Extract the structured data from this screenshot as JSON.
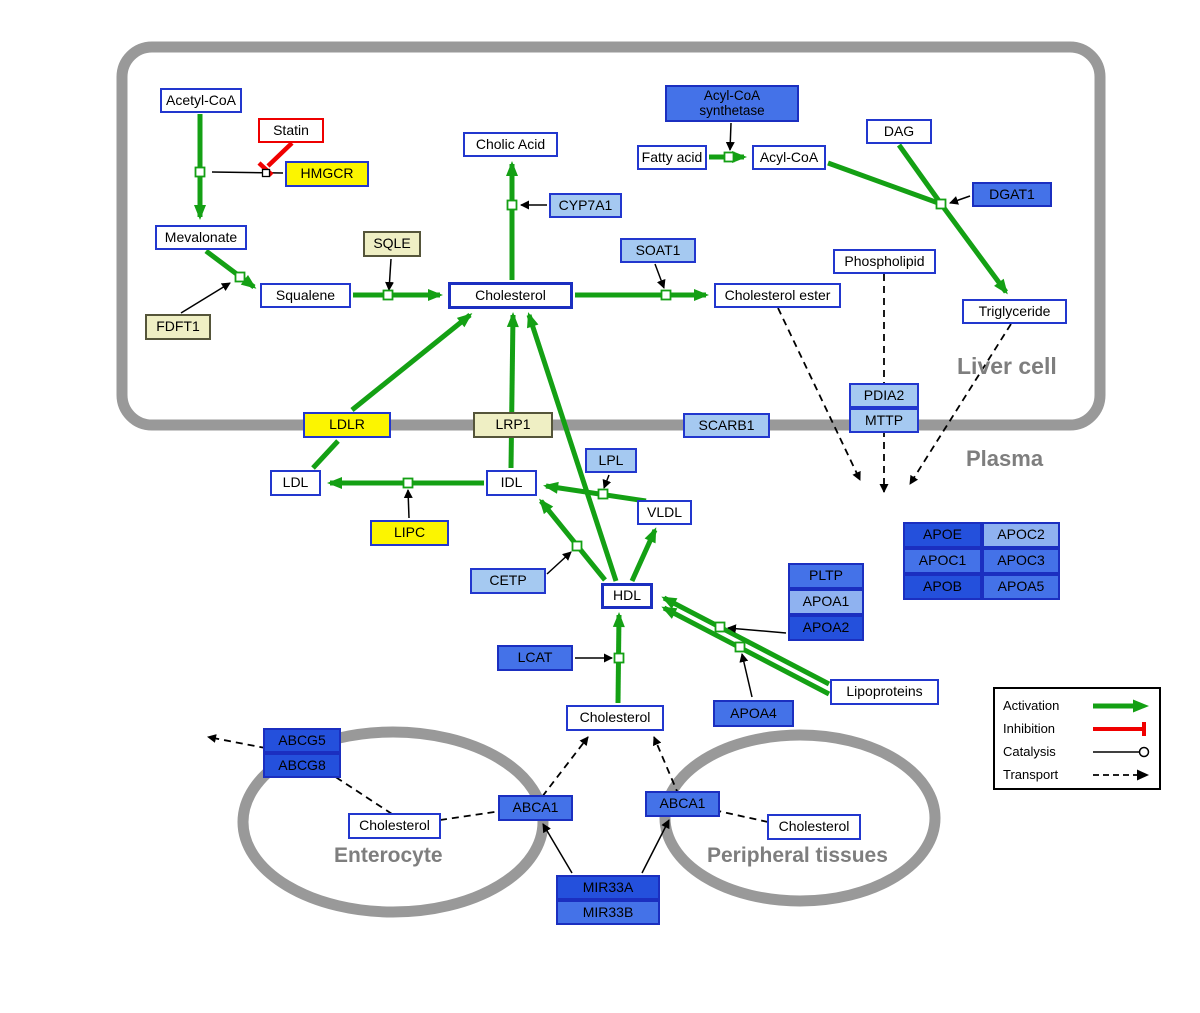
{
  "regions": {
    "liver": "Liver cell",
    "plasma": "Plasma",
    "enterocyte": "Enterocyte",
    "peripheral": "Peripheral tissues"
  },
  "legend": {
    "activation": "Activation",
    "inhibition": "Inhibition",
    "catalysis": "Catalysis",
    "transport": "Transport"
  },
  "palette": {
    "activation_green": "#14A014",
    "inhibition_red": "#F00000",
    "metabolite_border_blue": "#2237CE",
    "enzyme_yellow": "#FCF500",
    "enzyme_pale_yellow": "#EFEFC4",
    "enzyme_light_blue": "#A5C9F1",
    "enzyme_mid_blue": "#4472E8",
    "enzyme_dark_blue": "#2450DC",
    "membrane_gray": "#999999",
    "label_gray": "#7E7E7E"
  },
  "nodes": {
    "acetyl_coa": {
      "label": "Acetyl-CoA"
    },
    "statin": {
      "label": "Statin"
    },
    "hmgcr": {
      "label": "HMGCR"
    },
    "mevalonate": {
      "label": "Mevalonate"
    },
    "sqle": {
      "label": "SQLE"
    },
    "fdft1": {
      "label": "FDFT1"
    },
    "squalene": {
      "label": "Squalene"
    },
    "cholesterol_liver": {
      "label": "Cholesterol"
    },
    "cholic_acid": {
      "label": "Cholic Acid"
    },
    "cyp7a1": {
      "label": "CYP7A1"
    },
    "soat1": {
      "label": "SOAT1"
    },
    "cholesterol_ester": {
      "label": "Cholesterol ester"
    },
    "acyl_coa_synthetase": {
      "label": "Acyl-CoA synthetase"
    },
    "fatty_acid": {
      "label": "Fatty acid"
    },
    "acyl_coa": {
      "label": "Acyl-CoA"
    },
    "dag": {
      "label": "DAG"
    },
    "dgat1": {
      "label": "DGAT1"
    },
    "phospholipid": {
      "label": "Phospholipid"
    },
    "triglyceride": {
      "label": "Triglyceride"
    },
    "ldlr": {
      "label": "LDLR"
    },
    "lrp1": {
      "label": "LRP1"
    },
    "scarb1": {
      "label": "SCARB1"
    },
    "pdia2": {
      "label": "PDIA2"
    },
    "mttp": {
      "label": "MTTP"
    },
    "ldl": {
      "label": "LDL"
    },
    "idl": {
      "label": "IDL"
    },
    "lpl": {
      "label": "LPL"
    },
    "vldl": {
      "label": "VLDL"
    },
    "lipc": {
      "label": "LIPC"
    },
    "cetp": {
      "label": "CETP"
    },
    "hdl": {
      "label": "HDL"
    },
    "lcat": {
      "label": "LCAT"
    },
    "pltp": {
      "label": "PLTP"
    },
    "apoa1": {
      "label": "APOA1"
    },
    "apoa2": {
      "label": "APOA2"
    },
    "apoa4": {
      "label": "APOA4"
    },
    "lipoproteins": {
      "label": "Lipoproteins"
    },
    "apoe": {
      "label": "APOE"
    },
    "apoc2": {
      "label": "APOC2"
    },
    "apoc1": {
      "label": "APOC1"
    },
    "apoc3": {
      "label": "APOC3"
    },
    "apob": {
      "label": "APOB"
    },
    "apoa5": {
      "label": "APOA5"
    },
    "cholesterol_plasma": {
      "label": "Cholesterol"
    },
    "abcg5": {
      "label": "ABCG5"
    },
    "abcg8": {
      "label": "ABCG8"
    },
    "cholesterol_enterocyte": {
      "label": "Cholesterol"
    },
    "abca1_enterocyte": {
      "label": "ABCA1"
    },
    "abca1_peripheral": {
      "label": "ABCA1"
    },
    "cholesterol_peripheral": {
      "label": "Cholesterol"
    },
    "mir33a": {
      "label": "MIR33A"
    },
    "mir33b": {
      "label": "MIR33B"
    }
  }
}
